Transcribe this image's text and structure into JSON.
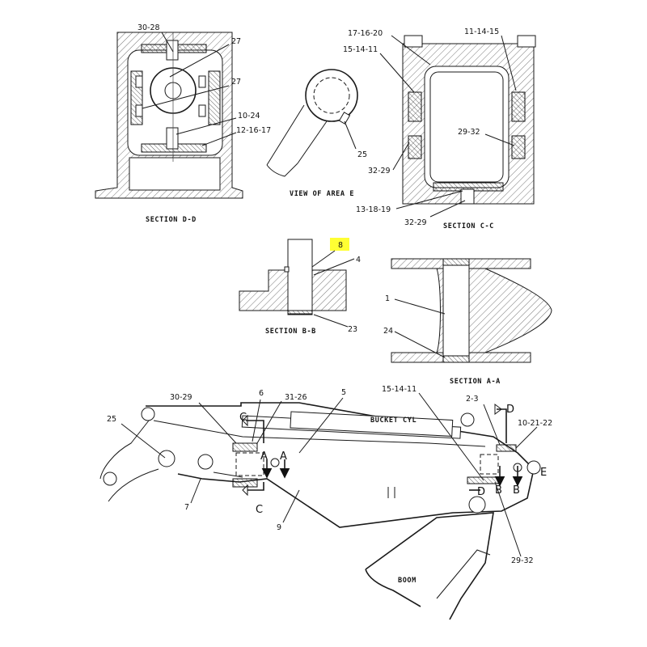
{
  "sections": {
    "dd": {
      "title": "SECTION D-D",
      "callouts": [
        "30-28",
        "27",
        "27",
        "10-24",
        "12-16-17"
      ]
    },
    "area_e": {
      "title": "VIEW OF AREA E",
      "callouts": [
        "25"
      ]
    },
    "cc": {
      "title": "SECTION C-C",
      "callouts": [
        "17-16-20",
        "11-14-15",
        "15-14-11",
        "29-32",
        "32-29",
        "13-18-19",
        "32-29"
      ]
    },
    "bb": {
      "title": "SECTION B-B",
      "callouts": [
        "8",
        "4",
        "23"
      ],
      "highlight_color": "#ffff33"
    },
    "aa": {
      "title": "SECTION A-A",
      "callouts": [
        "1",
        "24"
      ]
    }
  },
  "main": {
    "callouts": [
      "30-29",
      "6",
      "31-26",
      "5",
      "25",
      "7",
      "9",
      "15-14-11",
      "2-3",
      "10-21-22",
      "29-32"
    ],
    "text_labels": [
      "BUCKET CYL",
      "BOOM"
    ],
    "section_markers": [
      "C",
      "C",
      "A",
      "A",
      "D",
      "D",
      "B",
      "B",
      "E"
    ]
  }
}
